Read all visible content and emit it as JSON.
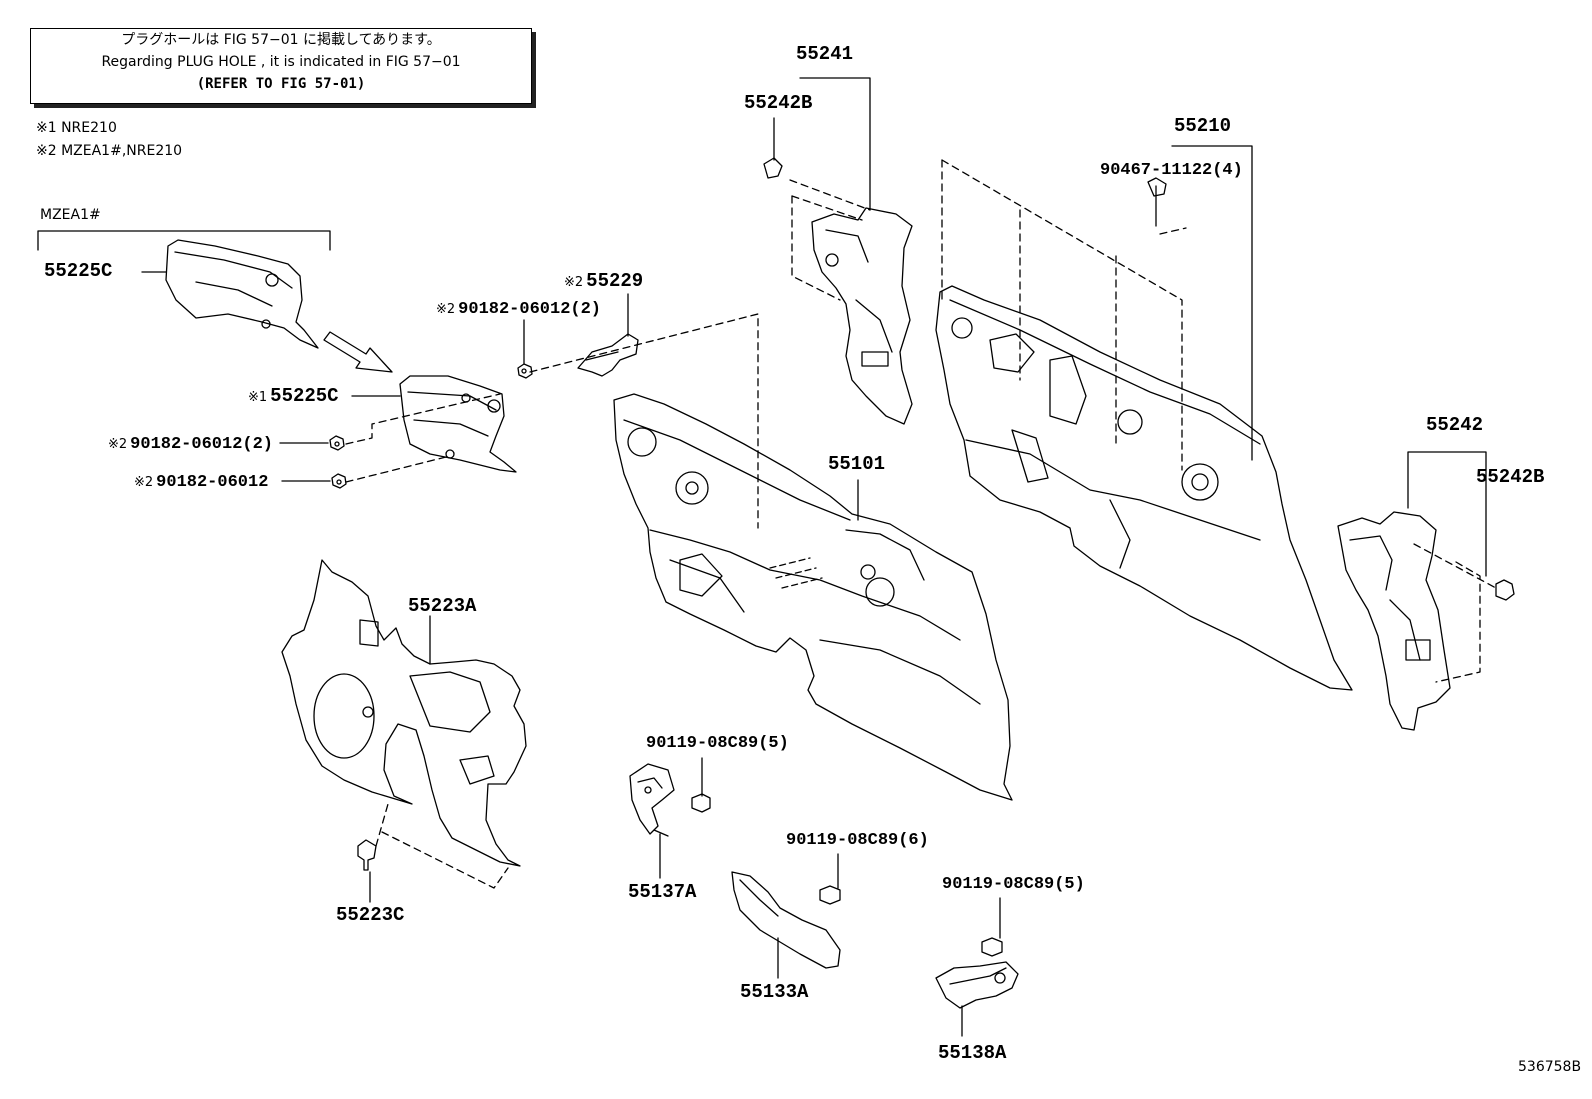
{
  "note": {
    "jp": "プラグホールは FIG 57−01 に掲載してあります。",
    "en": "Regarding PLUG HOLE , it is indicated in FIG 57−01",
    "refer": "(REFER TO FIG 57-01)"
  },
  "legend": {
    "m1": "※1 NRE210",
    "m2": "※2 MZEA1#,NRE210"
  },
  "group_label": "MZEA1#",
  "mark_symbols": {
    "m1": "※1",
    "m2": "※2"
  },
  "parts": {
    "p55225C_a": "55225C",
    "p55225C_b": "55225C",
    "p55229": "55229",
    "p90182_2a": "90182-06012(2)",
    "p90182_2b": "90182-06012(2)",
    "p90182_1": "90182-06012",
    "p55241": "55241",
    "p55242B_a": "55242B",
    "p55210": "55210",
    "p90467": "90467-11122(4)",
    "p55101": "55101",
    "p55242": "55242",
    "p55242B_b": "55242B",
    "p55223A": "55223A",
    "p55223C": "55223C",
    "p90119_a": "90119-08C89(5)",
    "p55137A": "55137A",
    "p90119_b": "90119-08C89(6)",
    "p55133A": "55133A",
    "p90119_c": "90119-08C89(5)",
    "p55138A": "55138A"
  },
  "figure_id": "536758B"
}
